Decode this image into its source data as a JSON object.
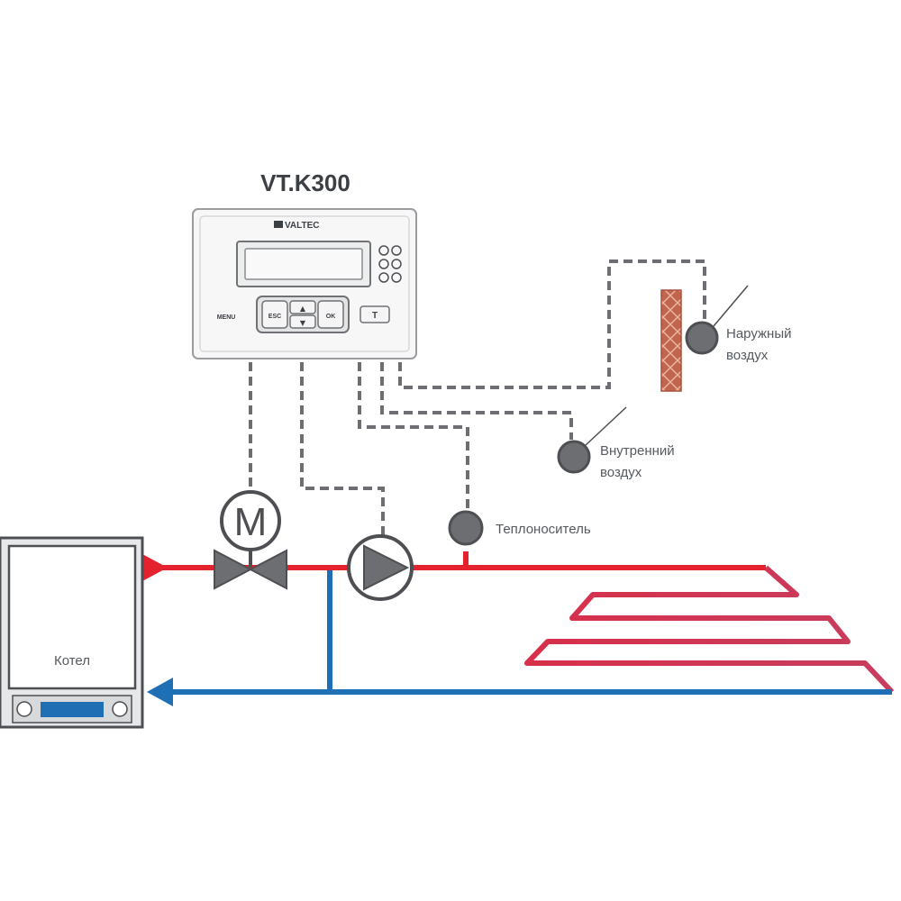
{
  "title": "VT.K300",
  "controller": {
    "brand": "VALTEC",
    "buttons": {
      "menu": "MENU",
      "esc": "ESC",
      "up": "▲",
      "down": "▼",
      "ok": "OK",
      "t": "T"
    }
  },
  "labels": {
    "outdoor_air_line1": "Наружный",
    "outdoor_air_line2": "воздух",
    "indoor_air_line1": "Внутренний",
    "indoor_air_line2": "воздух",
    "coolant": "Теплоноситель",
    "boiler": "Котел",
    "valve_letter": "M"
  },
  "colors": {
    "supply": "#e3222d",
    "return": "#1f6fb5",
    "sensor": "#6d6e71",
    "dashed_wire": "#6d6e71",
    "wall": "#c1654f",
    "outline": "#4d4f53"
  },
  "icons": [
    "controller-icon",
    "motorized-valve-icon",
    "pump-icon",
    "sensor-icon",
    "wall-icon",
    "boiler-icon"
  ]
}
